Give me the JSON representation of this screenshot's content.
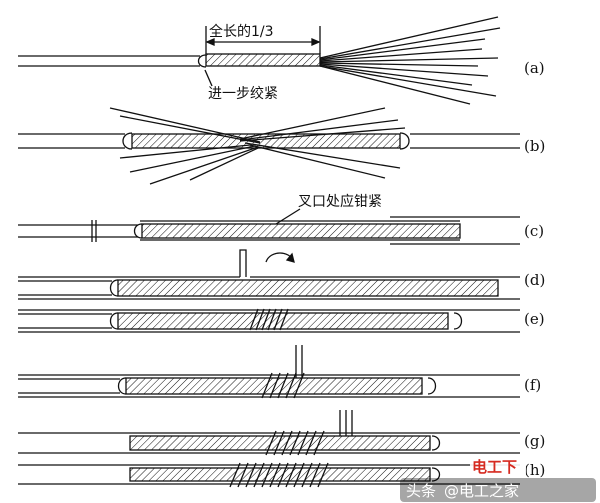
{
  "annotations": {
    "length_third": "全长的1/3",
    "twist_further": "进一步绞紧",
    "clamp_fork": "叉口处应钳紧"
  },
  "step_labels": [
    "(a)",
    "(b)",
    "(c)",
    "(d)",
    "(e)",
    "(f)",
    "(g)",
    "(h)"
  ],
  "watermark": {
    "prefix": "头条",
    "author": "@电工之家",
    "logo_text": "电工下"
  },
  "colors": {
    "line": "#111111",
    "background": "#ffffff",
    "watermark_text": "#ffffff",
    "logo_red": "#d62a20"
  }
}
